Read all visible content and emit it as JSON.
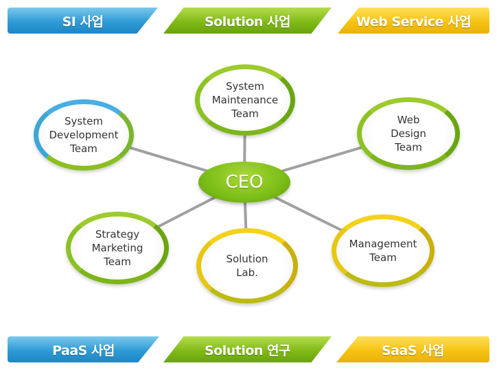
{
  "top_banners": [
    {
      "label": "SI 사업",
      "color": "#2e9bd6"
    },
    {
      "label": "Solution 사업",
      "color": "#80bb18"
    },
    {
      "label": "Web Service 사업",
      "color": "#f6c312"
    }
  ],
  "bottom_banners": [
    {
      "label": "PaaS 사업",
      "color": "#2e9bd6"
    },
    {
      "label": "Solution 연구",
      "color": "#80bb18"
    },
    {
      "label": "SaaS 사업",
      "color": "#f6c312"
    }
  ],
  "center": {
    "label": "CEO",
    "color": "#7cbd17"
  },
  "teams": [
    {
      "label": "System\nDevelopment\nTeam",
      "ring": "blue"
    },
    {
      "label": "System\nMaintenance\nTeam",
      "ring": "green"
    },
    {
      "label": "Web\nDesign\nTeam",
      "ring": "green"
    },
    {
      "label": "Strategy\nMarketing\nTeam",
      "ring": "green"
    },
    {
      "label": "Solution\nLab.",
      "ring": "yellow"
    },
    {
      "label": "Management\nTeam",
      "ring": "yellow"
    }
  ],
  "connector_color": "#a0a0a0"
}
